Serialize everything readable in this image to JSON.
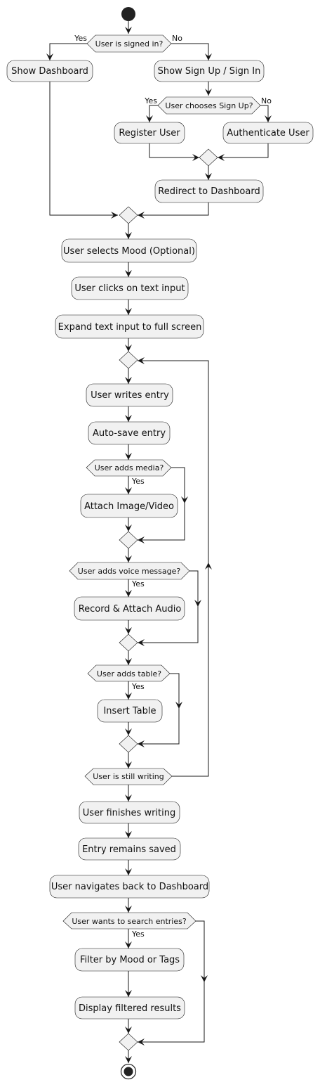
{
  "activities": {
    "show_dashboard": "Show Dashboard",
    "show_signin": "Show Sign Up / Sign In",
    "register": "Register User",
    "authenticate": "Authenticate User",
    "redirect": "Redirect to Dashboard",
    "select_mood": "User selects Mood (Optional)",
    "click_input": "User clicks on text input",
    "expand_input": "Expand text input to full screen",
    "writes_entry": "User writes entry",
    "autosave": "Auto-save entry",
    "attach_media": "Attach Image/Video",
    "record_audio": "Record & Attach Audio",
    "insert_table": "Insert Table",
    "finishes": "User finishes writing",
    "remains_saved": "Entry remains saved",
    "navigates_back": "User navigates back to Dashboard",
    "filter": "Filter by Mood or Tags",
    "display_results": "Display filtered results"
  },
  "decisions": {
    "signed_in": "User is signed in?",
    "chooses_signup": "User chooses Sign Up?",
    "adds_media": "User adds media?",
    "adds_voice": "User adds voice message?",
    "adds_table": "User adds table?",
    "still_writing": "User is still writing",
    "wants_search": "User wants to search entries?"
  },
  "labels": {
    "yes": "Yes",
    "no": "No"
  }
}
